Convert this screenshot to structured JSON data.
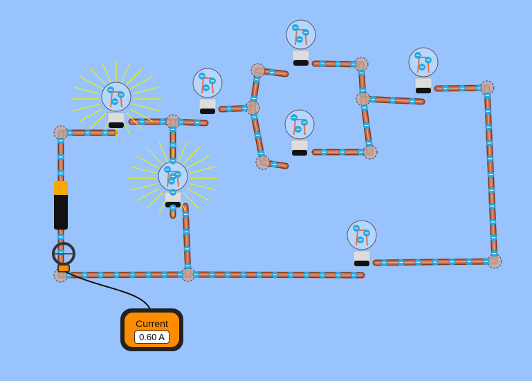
{
  "ammeter": {
    "label": "Current",
    "value": "0.60 A"
  },
  "colors": {
    "background": "#99c3fd",
    "wire": "#c8694a",
    "electron": "#29a8e0",
    "meter": "#ff8c00",
    "glow": "#f0f000"
  },
  "bulbs": [
    {
      "id": "bulb-1",
      "lit": true
    },
    {
      "id": "bulb-2",
      "lit": false
    },
    {
      "id": "bulb-3",
      "lit": false
    },
    {
      "id": "bulb-4",
      "lit": true
    },
    {
      "id": "bulb-5",
      "lit": false
    },
    {
      "id": "bulb-6",
      "lit": false
    },
    {
      "id": "bulb-7",
      "lit": false
    }
  ]
}
